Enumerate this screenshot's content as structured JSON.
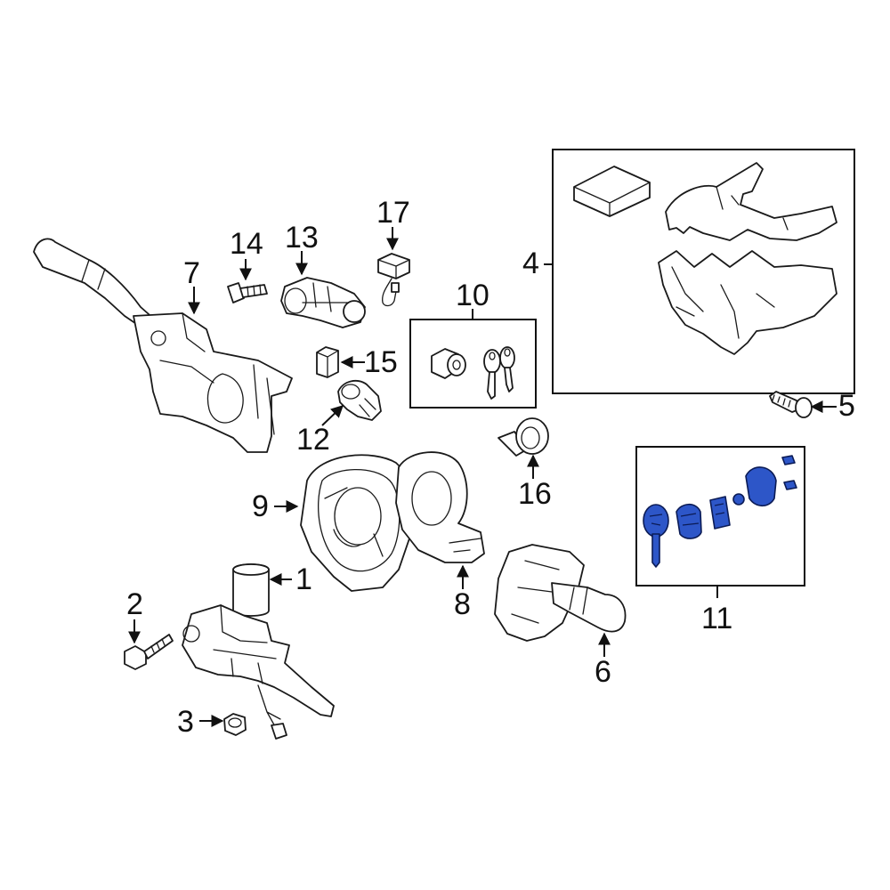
{
  "colors": {
    "highlight": "#2d56c8",
    "line": "#1a1a1a",
    "background": "#ffffff"
  },
  "callouts": {
    "c1": "1",
    "c2": "2",
    "c3": "3",
    "c4": "4",
    "c5": "5",
    "c6": "6",
    "c7": "7",
    "c8": "8",
    "c9": "9",
    "c10": "10",
    "c11": "11",
    "c12": "12",
    "c13": "13",
    "c14": "14",
    "c15": "15",
    "c16": "16",
    "c17": "17"
  }
}
